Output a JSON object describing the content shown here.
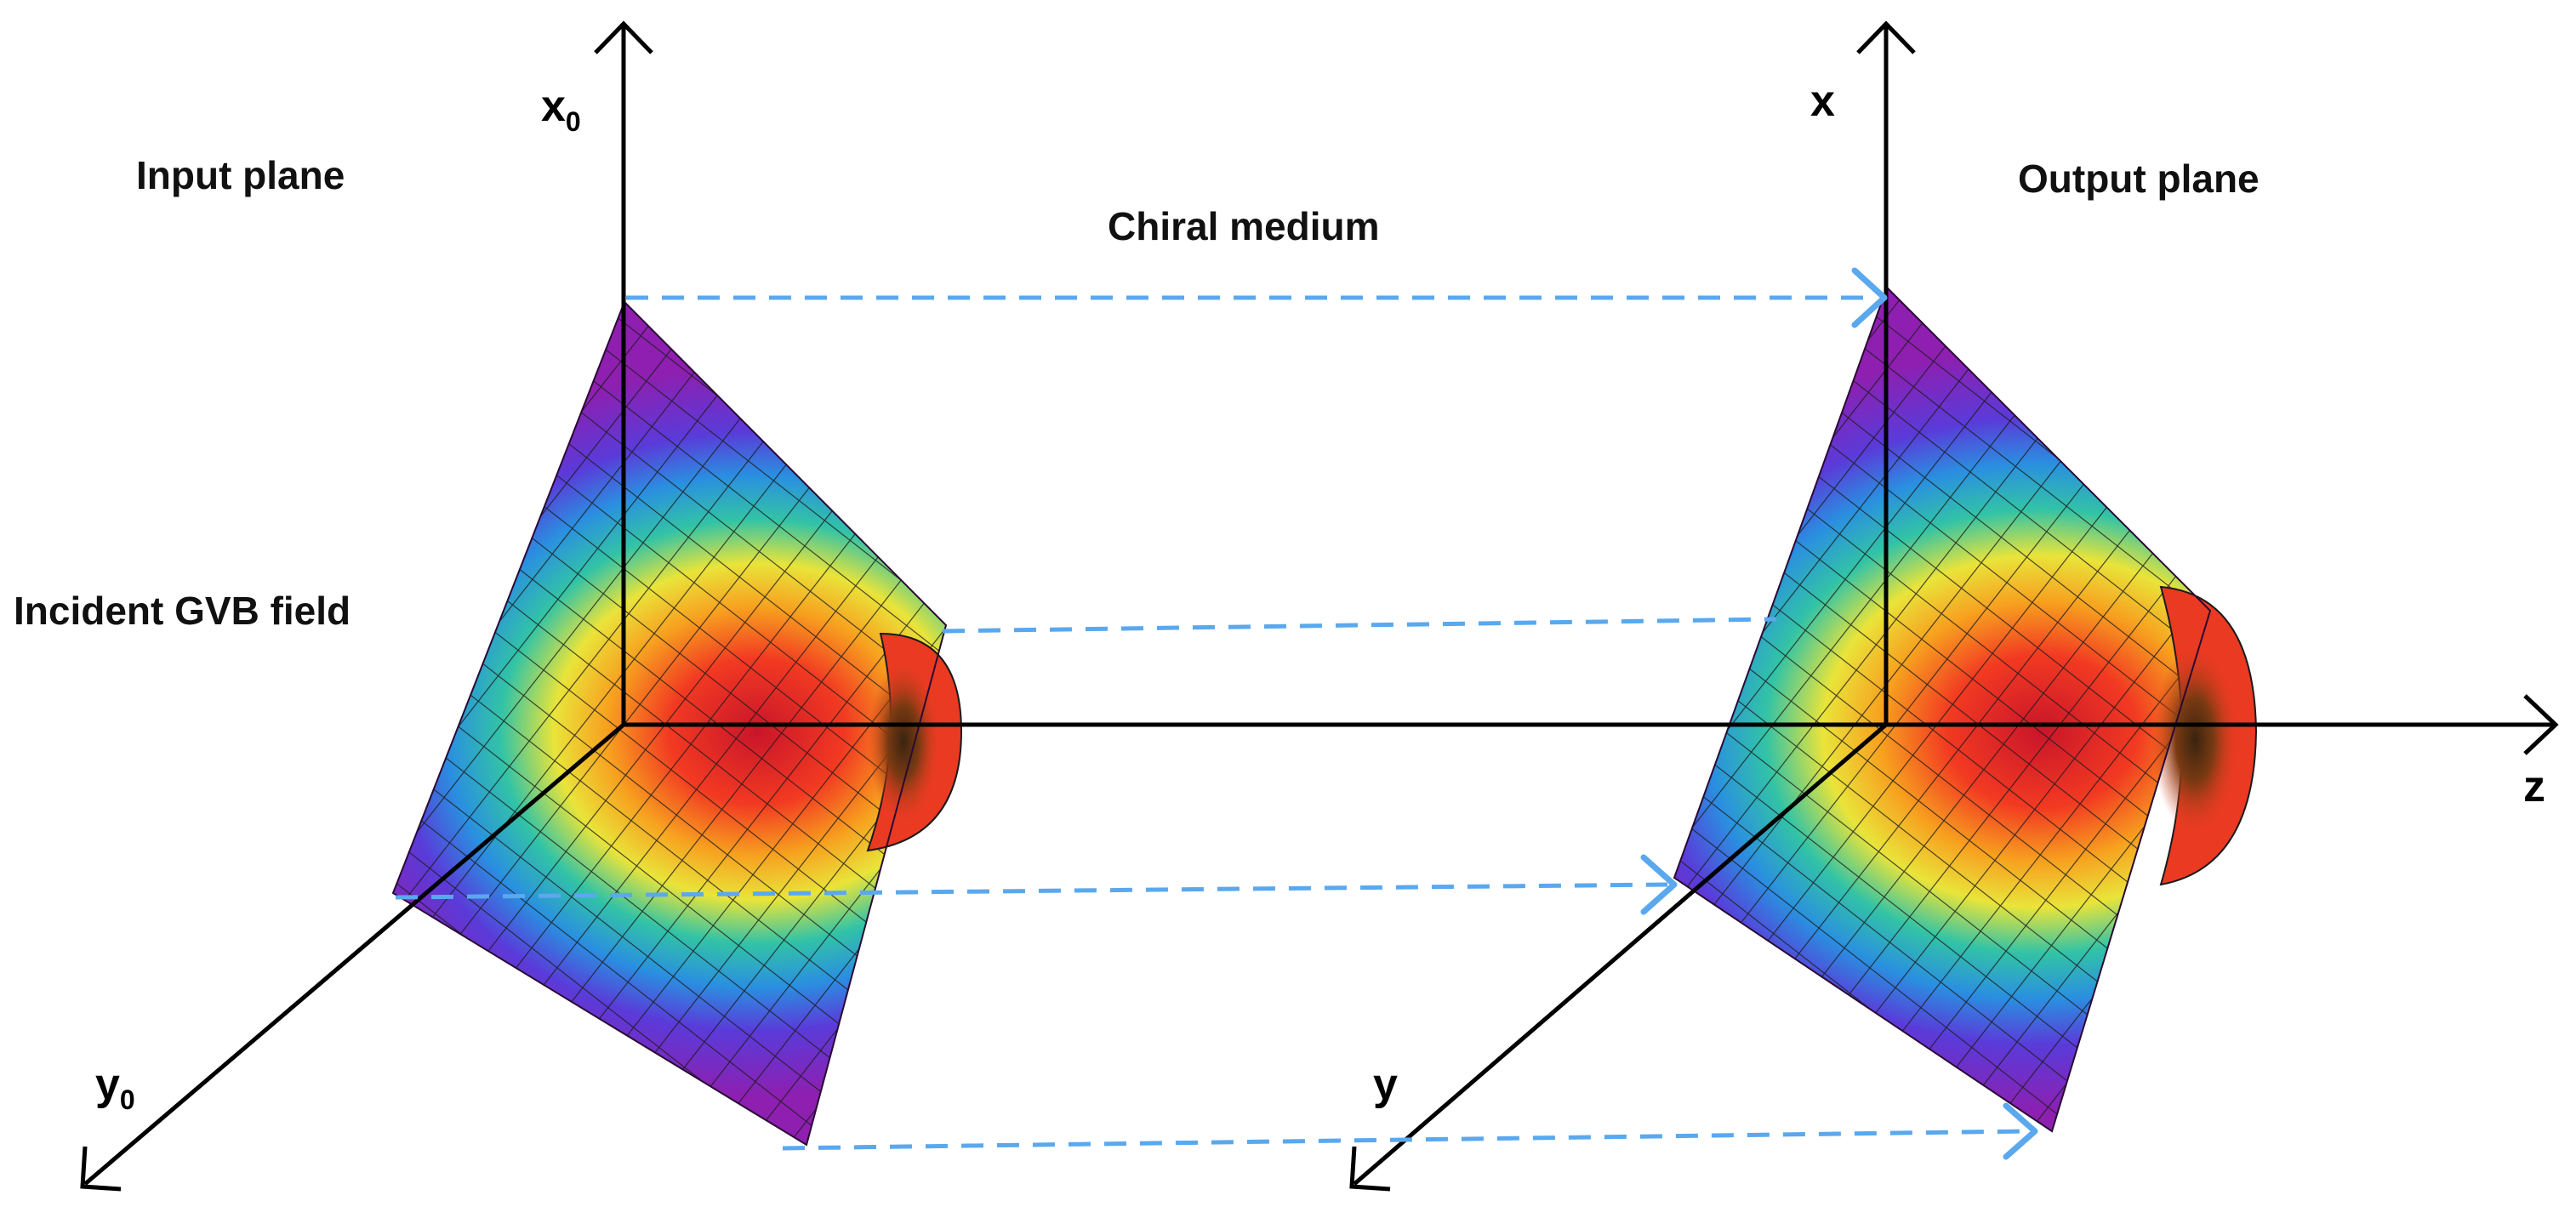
{
  "labels": {
    "input_plane": "Input plane",
    "output_plane": "Output plane",
    "chiral_medium": "Chiral medium",
    "incident_field": "Incident GVB field"
  },
  "axes": {
    "input_x": "x",
    "input_x_sub": "0",
    "input_y": "y",
    "input_y_sub": "0",
    "output_x": "x",
    "output_y": "y",
    "z": "z"
  },
  "colors": {
    "axis": "#000000",
    "arrow": "#5aa8ee",
    "surface_base": "#8e1fb0",
    "mesh": "#1a1a1a"
  }
}
